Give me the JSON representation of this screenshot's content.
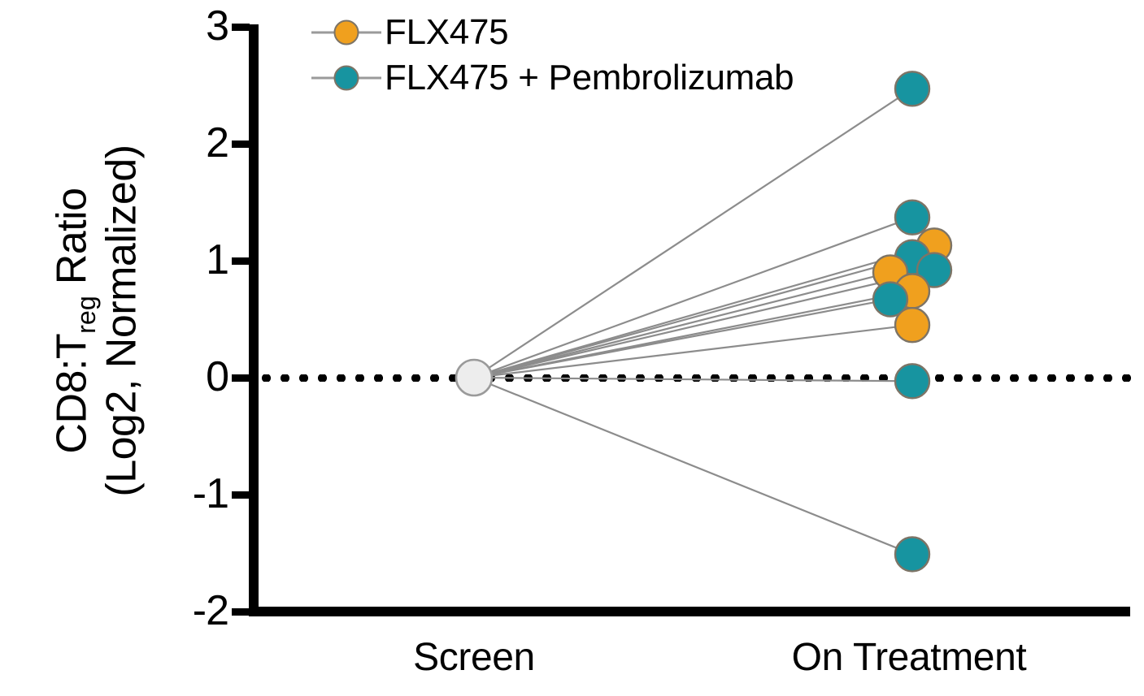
{
  "chart_data": {
    "type": "scatter",
    "title": "",
    "xlabel": "",
    "ylabel": "CD8:Treg Ratio (Log2, Normalized)",
    "ylabel_line1_pre": "CD8:T",
    "ylabel_line1_sub": "reg",
    "ylabel_line1_post": " Ratio",
    "ylabel_line2": "(Log2, Normalized)",
    "categories": [
      "Screen",
      "On Treatment"
    ],
    "ylim": [
      -2,
      3
    ],
    "yticks": [
      3,
      2,
      1,
      0,
      -1,
      -2
    ],
    "ytick_labels": [
      "3",
      "2",
      "1",
      "0",
      "-1",
      "-2"
    ],
    "grid": false,
    "zero_reference_line": 0,
    "legend_position": "top-left",
    "colors": {
      "series_flx475": "#F0A01E",
      "series_flx475_pembro": "#1794A0",
      "marker_edge": "#7d7466",
      "screen_marker_fill": "#ededed",
      "screen_marker_edge": "#9a9a9a",
      "connector_line": "#8c8c8c",
      "axis": "#000000"
    },
    "legend": [
      {
        "label": "FLX475",
        "color": "#F0A01E",
        "series": "flx475"
      },
      {
        "label": "FLX475 + Pembrolizumab",
        "color": "#1794A0",
        "series": "flx475_pembro"
      }
    ],
    "series": [
      {
        "name": "FLX475",
        "color": "#F0A01E",
        "values_screen": [
          0,
          0,
          0,
          0
        ],
        "values_on_treatment": [
          1.13,
          0.9,
          0.74,
          0.45
        ]
      },
      {
        "name": "FLX475 + Pembrolizumab",
        "color": "#1794A0",
        "values_screen": [
          0,
          0,
          0,
          0,
          0,
          0,
          0
        ],
        "values_on_treatment": [
          2.47,
          1.37,
          1.03,
          0.92,
          0.67,
          -0.03,
          -1.51
        ]
      }
    ],
    "points": [
      {
        "series": "flx475_pembro",
        "screen": 0,
        "on_treatment": 2.47,
        "jitter": 0
      },
      {
        "series": "flx475_pembro",
        "screen": 0,
        "on_treatment": 1.37,
        "jitter": 0
      },
      {
        "series": "flx475",
        "screen": 0,
        "on_treatment": 1.13,
        "jitter": 1
      },
      {
        "series": "flx475_pembro",
        "screen": 0,
        "on_treatment": 1.03,
        "jitter": 0
      },
      {
        "series": "flx475_pembro",
        "screen": 0,
        "on_treatment": 0.92,
        "jitter": 1
      },
      {
        "series": "flx475",
        "screen": 0,
        "on_treatment": 0.9,
        "jitter": -1
      },
      {
        "series": "flx475",
        "screen": 0,
        "on_treatment": 0.74,
        "jitter": 0
      },
      {
        "series": "flx475_pembro",
        "screen": 0,
        "on_treatment": 0.67,
        "jitter": -1
      },
      {
        "series": "flx475",
        "screen": 0,
        "on_treatment": 0.45,
        "jitter": 0
      },
      {
        "series": "flx475_pembro",
        "screen": 0,
        "on_treatment": -0.03,
        "jitter": 0
      },
      {
        "series": "flx475_pembro",
        "screen": 0,
        "on_treatment": -1.51,
        "jitter": 0
      }
    ],
    "screen_anchor": {
      "label": "Screen",
      "value": 0
    }
  }
}
